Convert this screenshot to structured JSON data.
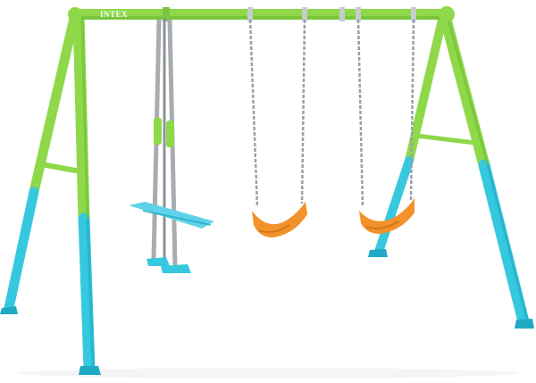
{
  "product": {
    "brand_label": "INTEX"
  },
  "colors": {
    "frame_green": "#8ed84a",
    "frame_green_dark": "#6fbf34",
    "leg_blue": "#36c8de",
    "leg_blue_dark": "#1fa9c2",
    "seat_orange": "#f2922a",
    "seat_orange_dark": "#d8741a",
    "chain_gray": "#9aa0a6",
    "glider_pole_gray": "#a9adb1",
    "glider_deck_blue": "#5fd2ea",
    "brand_text": "#ffffff"
  },
  "components": {
    "frame": "a-frame-top-bar",
    "left_legs": "a-frame-left",
    "right_legs": "a-frame-right",
    "glider": "two-seat-glider",
    "swing_1": "belt-swing",
    "swing_2": "belt-swing"
  }
}
